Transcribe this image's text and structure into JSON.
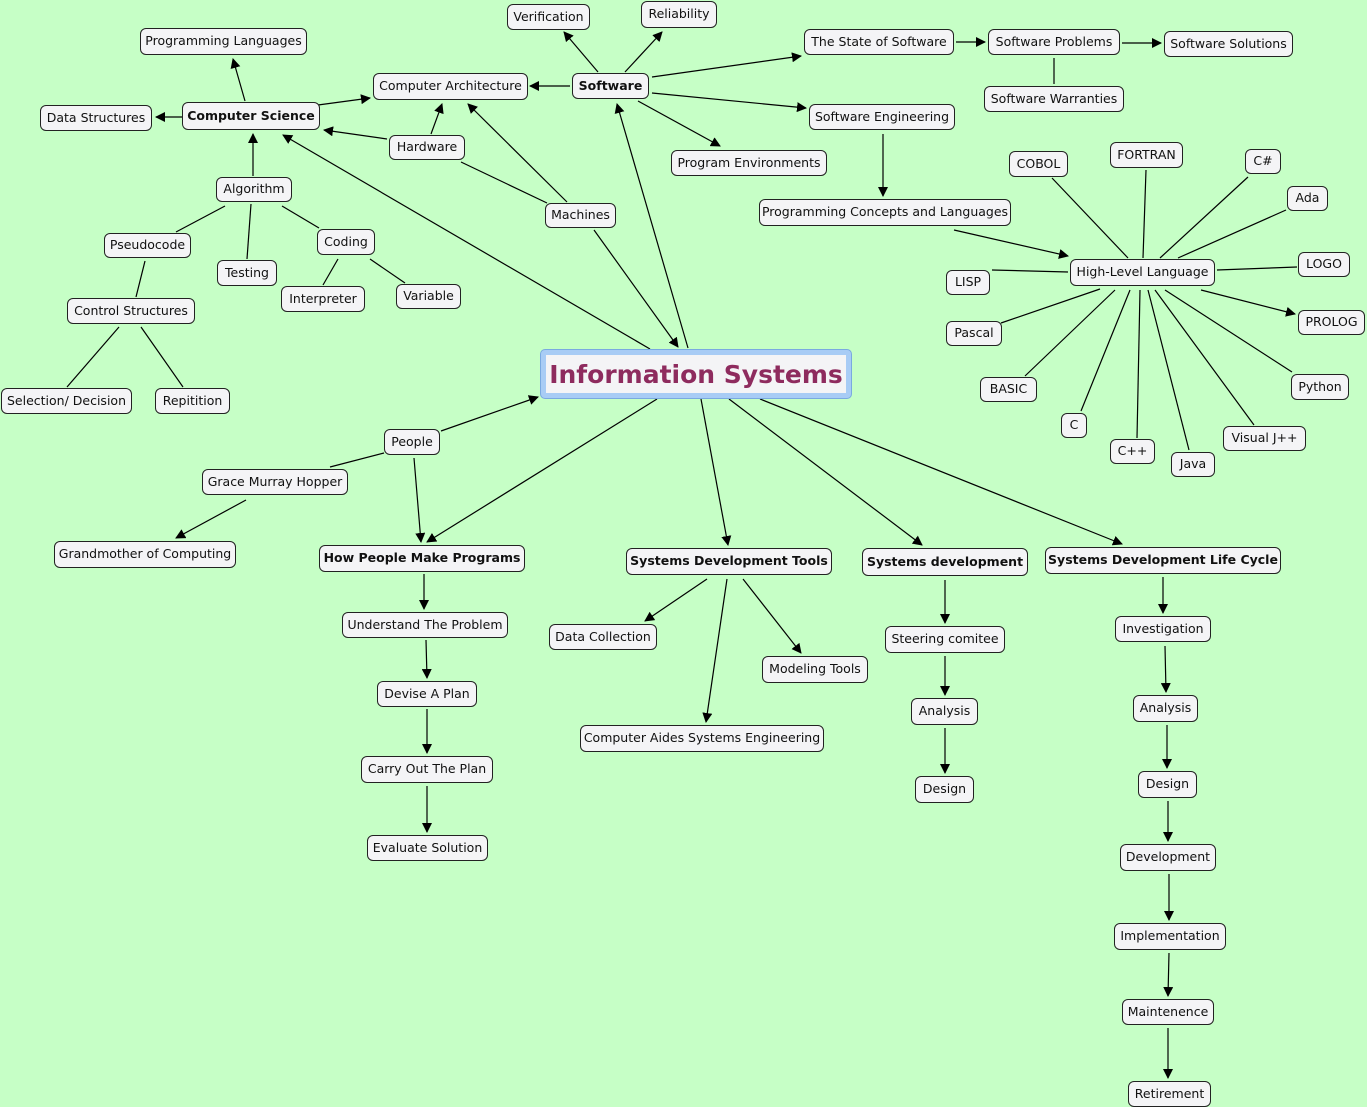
{
  "diagram": {
    "root": "Information Systems",
    "nodes": {
      "programming_languages": "Programming Languages",
      "verification": "Verification",
      "reliability": "Reliability",
      "state_of_software": "The State of Software",
      "software_problems": "Software Problems",
      "software_solutions": "Software Solutions",
      "computer_architecture": "Computer Architecture",
      "software": "Software",
      "data_structures": "Data Structures",
      "computer_science": "Computer Science",
      "software_warranties": "Software Warranties",
      "software_engineering": "Software Engineering",
      "hardware": "Hardware",
      "program_environments": "Program Environments",
      "algorithm": "Algorithm",
      "machines": "Machines",
      "programming_concepts": "Programming Concepts and Languages",
      "cobol": "COBOL",
      "fortran": "FORTRAN",
      "csharp": "C#",
      "ada": "Ada",
      "pseudocode": "Pseudocode",
      "coding": "Coding",
      "testing": "Testing",
      "high_level_language": "High-Level Language",
      "logo": "LOGO",
      "lisp": "LISP",
      "interpreter": "Interpreter",
      "variable": "Variable",
      "control_structures": "Control Structures",
      "prolog": "PROLOG",
      "pascal": "Pascal",
      "basic": "BASIC",
      "python": "Python",
      "selection_decision": "Selection/ Decision",
      "repitition": "Repitition",
      "c": "C",
      "visual_jpp": "Visual J++",
      "cpp": "C++",
      "java": "Java",
      "people": "People",
      "grace_hopper": "Grace Murray Hopper",
      "grandmother": "Grandmother of Computing",
      "how_people_make_programs": "How People Make Programs",
      "sys_dev_tools": "Systems Development Tools",
      "systems_development": "Systems development",
      "sdlc": "Systems Development Life Cycle",
      "understand_problem": "Understand The Problem",
      "investigation": "Investigation",
      "data_collection": "Data Collection",
      "steering_comitee": "Steering comitee",
      "modeling_tools": "Modeling Tools",
      "devise_plan": "Devise A Plan",
      "analysis_sdlc": "Analysis",
      "analysis_sd": "Analysis",
      "case": "Computer Aides Systems Engineering",
      "carry_out_plan": "Carry Out The Plan",
      "design_sdlc": "Design",
      "design_sd": "Design",
      "evaluate_solution": "Evaluate Solution",
      "development": "Development",
      "implementation": "Implementation",
      "maintenence": "Maintenence",
      "retirement": "Retirement"
    },
    "colors": {
      "background": "#c6ffc6",
      "node_fill": "#f4f4f6",
      "root_text": "#8e2b5e",
      "root_border": "#a8ccf5"
    }
  }
}
